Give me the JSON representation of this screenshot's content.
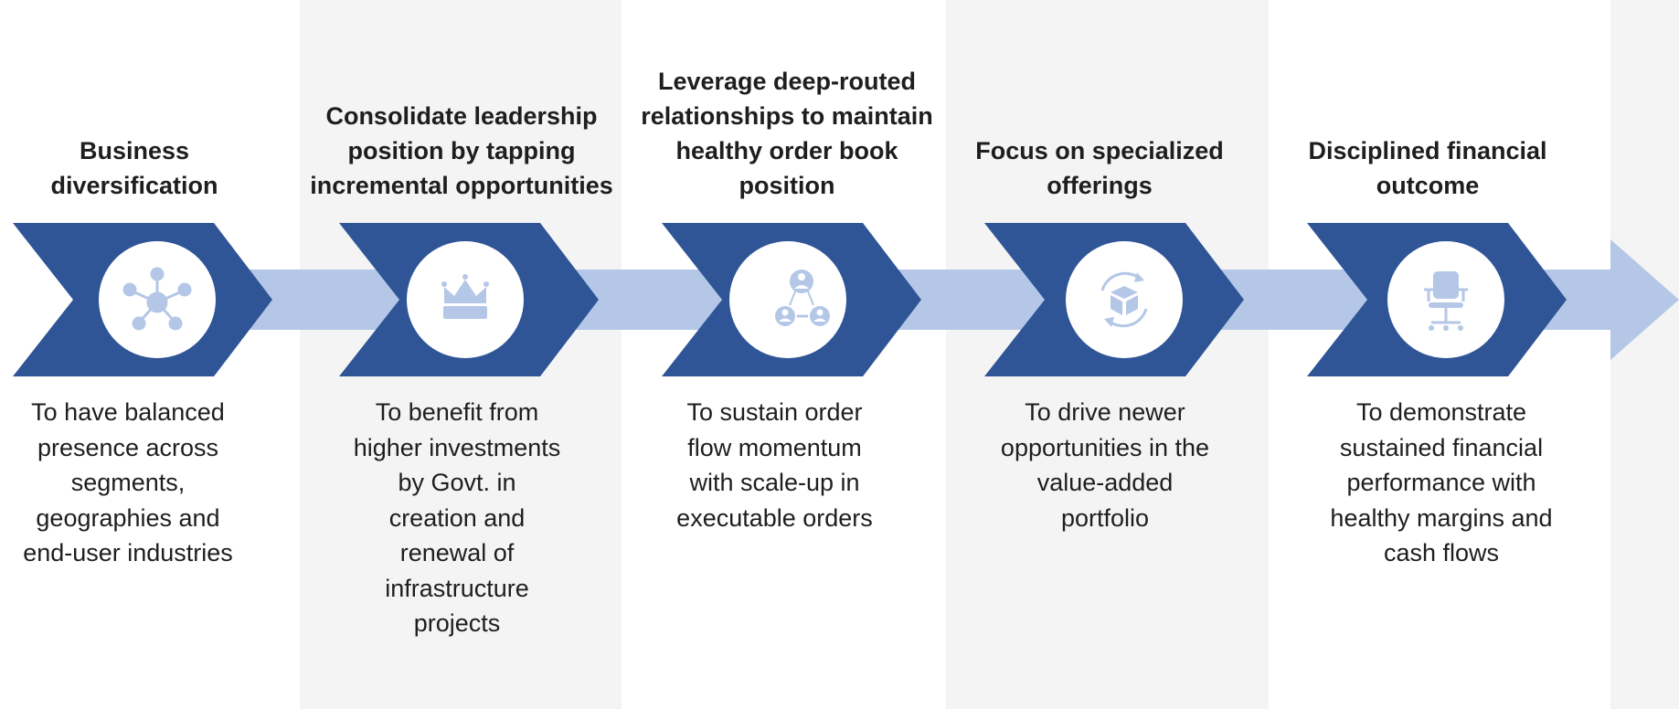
{
  "steps": [
    {
      "title": "Business diversification",
      "description": "To have balanced presence across segments, geographies and end-user industries",
      "icon": "network-hub-icon"
    },
    {
      "title": "Consolidate leadership position by tapping incremental opportunities",
      "description": "To benefit from higher investments by Govt. in creation and renewal of infrastructure projects",
      "icon": "crown-icon"
    },
    {
      "title": "Leverage deep-routed relationships to maintain healthy order book position",
      "description": "To sustain order flow momentum with scale-up in executable orders",
      "icon": "people-network-icon"
    },
    {
      "title": "Focus on specialized offerings",
      "description": "To drive newer opportunities in the value-added portfolio",
      "icon": "box-cycle-icon"
    },
    {
      "title": "Disciplined financial outcome",
      "description": "To demonstrate sustained financial performance with healthy margins and cash flows",
      "icon": "office-chair-icon"
    }
  ],
  "colors": {
    "chevron": "#2f5597",
    "arrow": "#b4c7e7",
    "icon": "#b4c7e7",
    "band": "#f4f4f4"
  }
}
